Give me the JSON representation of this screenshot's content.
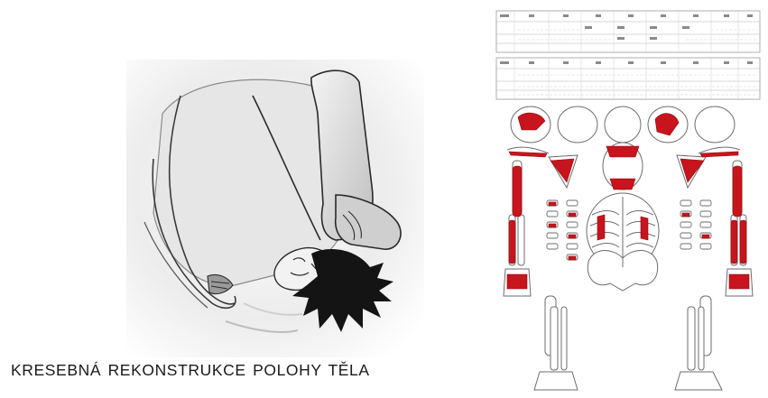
{
  "caption": "KRESEBNÁ REKONSTRUKCE POLOHY TĚLA",
  "colors": {
    "bone_fill": "#ffffff",
    "bone_outline": "#6d6d6d",
    "preserved": "#c8141c",
    "hair": "#141414",
    "body_shade": "#d9d9d9"
  },
  "record_table": {
    "rows_top": [
      "",
      "",
      ""
    ],
    "rows_bottom": [
      "",
      "",
      ""
    ]
  },
  "icons": {
    "drawing": "body-position-drawing",
    "skeleton": "skeleton-preservation-chart"
  }
}
